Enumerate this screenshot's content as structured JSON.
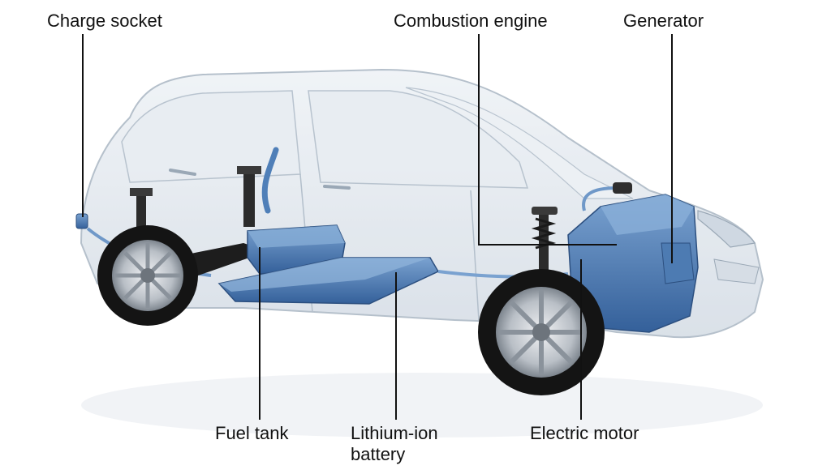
{
  "labels": {
    "charge_socket": "Charge socket",
    "combustion_engine": "Combustion engine",
    "generator": "Generator",
    "fuel_tank": "Fuel tank",
    "battery_line1": "Lithium-ion",
    "battery_line2": "battery",
    "electric_motor": "Electric motor"
  },
  "colors": {
    "background": "#ffffff",
    "body_glass": "#dfe6ee",
    "body_outline": "#a9b6c3",
    "component_blue": "#3f6fa8",
    "component_blue_light": "#6f98c8",
    "tire": "#141414",
    "rim": "#c9cdd2",
    "leader_line": "#111111"
  }
}
